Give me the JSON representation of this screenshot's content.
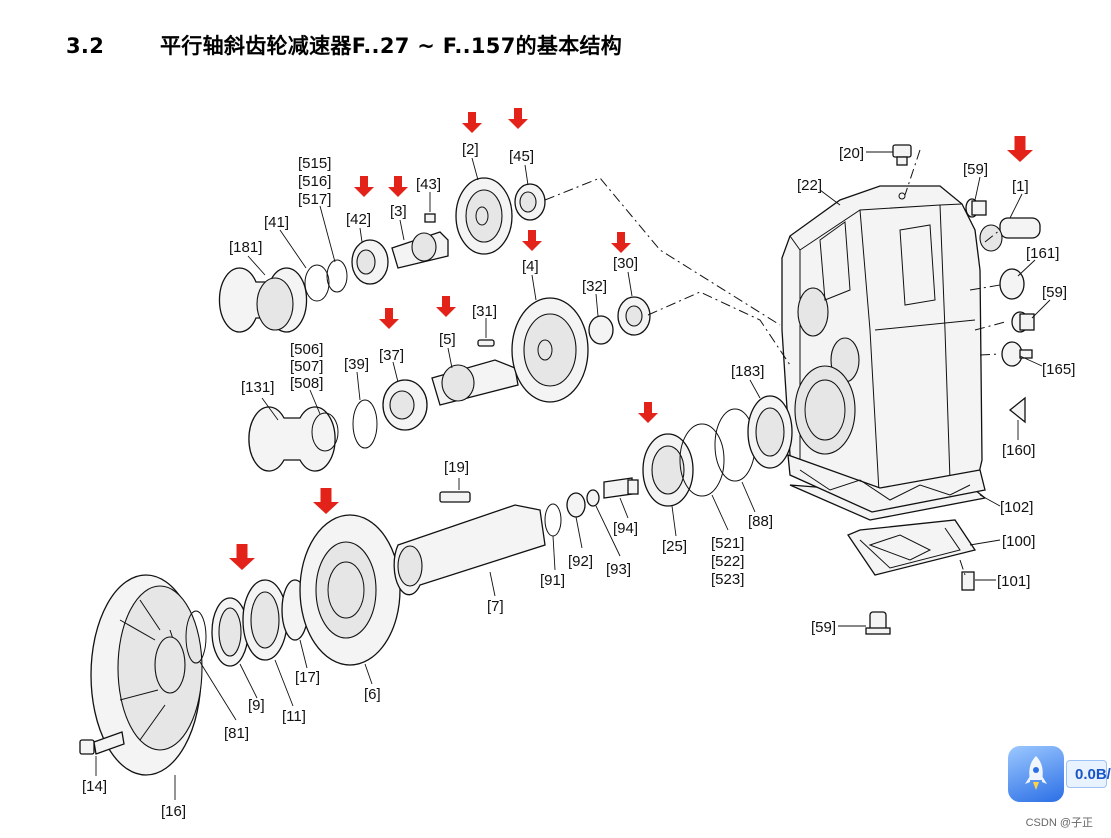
{
  "heading": {
    "section": "3.2",
    "title": "平行轴斜齿轮减速器F..27 ~ F..157的基本结构"
  },
  "labels": [
    "[20]",
    "[59]",
    "[1]",
    "[22]",
    "[161]",
    "[59]",
    "[165]",
    "[160]",
    "[102]",
    "[100]",
    "[101]",
    "[59]",
    "[2]",
    "[45]",
    "[515]",
    "[516]",
    "[517]",
    "[42]",
    "[3]",
    "[43]",
    "[41]",
    "[181]",
    "[4]",
    "[30]",
    "[32]",
    "[31]",
    "[5]",
    "[37]",
    "[39]",
    "[506]",
    "[507]",
    "[508]",
    "[131]",
    "[183]",
    "[88]",
    "[521]",
    "[522]",
    "[523]",
    "[25]",
    "[94]",
    "[93]",
    "[92]",
    "[91]",
    "[19]",
    "[7]",
    "[6]",
    "[17]",
    "[11]",
    "[9]",
    "[81]",
    "[16]",
    "[14]"
  ],
  "colors": {
    "highlight_arrow": "#e3231a",
    "line": "#111111"
  },
  "badge": {
    "icon": "rocket-icon",
    "value": "0.0B/"
  },
  "watermark": "CSDN @子正"
}
